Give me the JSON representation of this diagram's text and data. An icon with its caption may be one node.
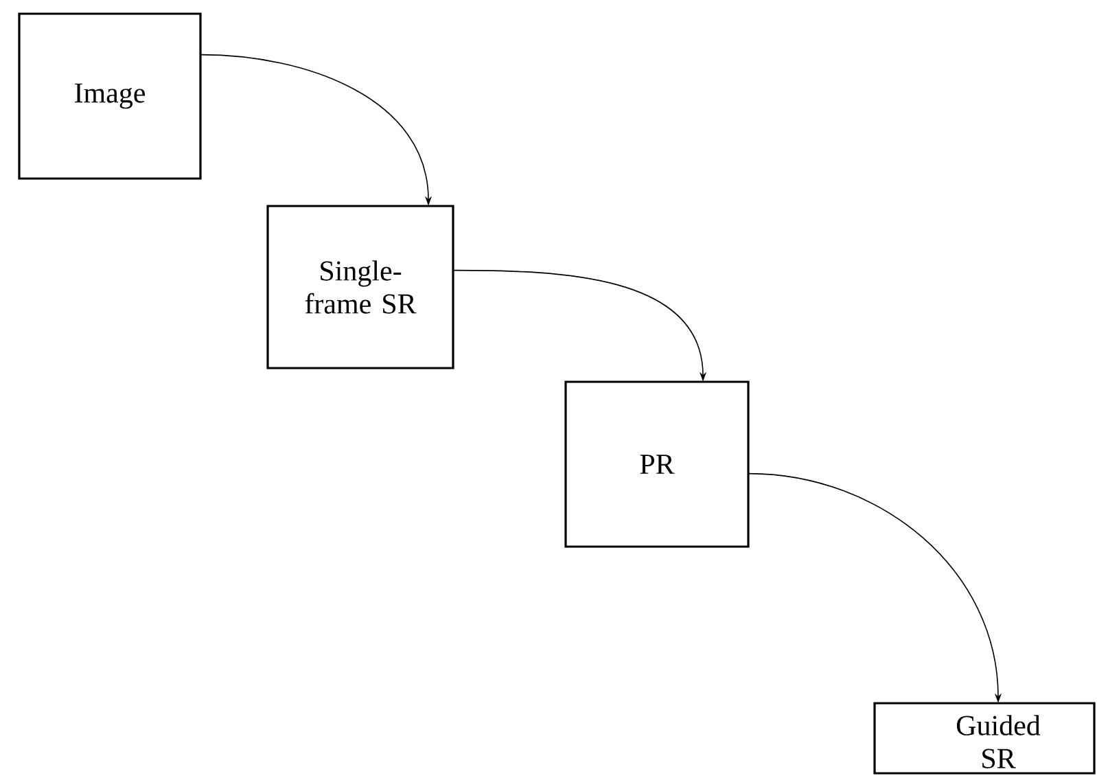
{
  "diagram": {
    "nodes": [
      {
        "text": [
          "Image"
        ]
      },
      {
        "text": [
          "Single-frame SR"
        ]
      },
      {
        "text": [
          "PR"
        ]
      },
      {
        "text": [
          "Guided SR"
        ]
      }
    ],
    "edges": [
      {
        "from": 0,
        "to": 1,
        "arrow": "to"
      },
      {
        "from": 1,
        "to": 2,
        "arrow": "to"
      },
      {
        "from": 2,
        "to": 3,
        "arrow": "to"
      }
    ]
  }
}
